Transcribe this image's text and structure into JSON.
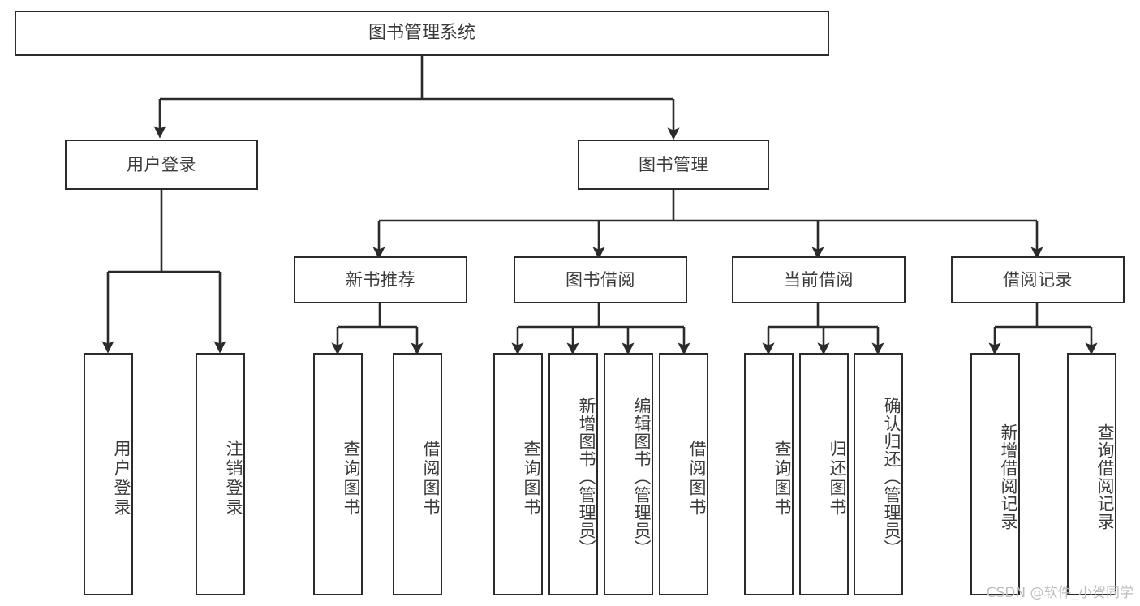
{
  "diagram": {
    "title": "图书管理系统",
    "type": "hierarchy-tree",
    "stroke_color": "#2b2b2b",
    "text_color": "#3a3a3a",
    "background_color": "#ffffff",
    "watermark": "CSDN @软件_小贺同学",
    "watermark_color": "#bdbdbd"
  },
  "root": {
    "label": "图书管理系统"
  },
  "level1": [
    {
      "id": "user-login",
      "label": "用户登录"
    },
    {
      "id": "book-management",
      "label": "图书管理"
    }
  ],
  "level2": [
    {
      "id": "new-book-recommend",
      "label": "新书推荐",
      "parent": "book-management"
    },
    {
      "id": "book-borrow",
      "label": "图书借阅",
      "parent": "book-management"
    },
    {
      "id": "current-borrow",
      "label": "当前借阅",
      "parent": "book-management"
    },
    {
      "id": "borrow-record",
      "label": "借阅记录",
      "parent": "book-management"
    }
  ],
  "leaves": [
    {
      "id": "leaf-user-login",
      "label": "用户登录",
      "parent": "user-login"
    },
    {
      "id": "leaf-logout",
      "label": "注销登录",
      "parent": "user-login"
    },
    {
      "id": "leaf-query-book-1",
      "label": "查询图书",
      "parent": "new-book-recommend"
    },
    {
      "id": "leaf-borrow-book-1",
      "label": "借阅图书",
      "parent": "new-book-recommend"
    },
    {
      "id": "leaf-query-book-2",
      "label": "查询图书",
      "parent": "book-borrow"
    },
    {
      "id": "leaf-add-book",
      "label": "新增图书（管理员）",
      "parent": "book-borrow"
    },
    {
      "id": "leaf-edit-book",
      "label": "编辑图书（管理员）",
      "parent": "book-borrow"
    },
    {
      "id": "leaf-borrow-book-2",
      "label": "借阅图书",
      "parent": "book-borrow"
    },
    {
      "id": "leaf-query-book-3",
      "label": "查询图书",
      "parent": "current-borrow"
    },
    {
      "id": "leaf-return-book",
      "label": "归还图书",
      "parent": "current-borrow"
    },
    {
      "id": "leaf-confirm-return",
      "label": "确认归还（管理员）",
      "parent": "current-borrow"
    },
    {
      "id": "leaf-add-record",
      "label": "新增借阅记录",
      "parent": "borrow-record"
    },
    {
      "id": "leaf-query-record",
      "label": "查询借阅记录",
      "parent": "borrow-record"
    }
  ]
}
